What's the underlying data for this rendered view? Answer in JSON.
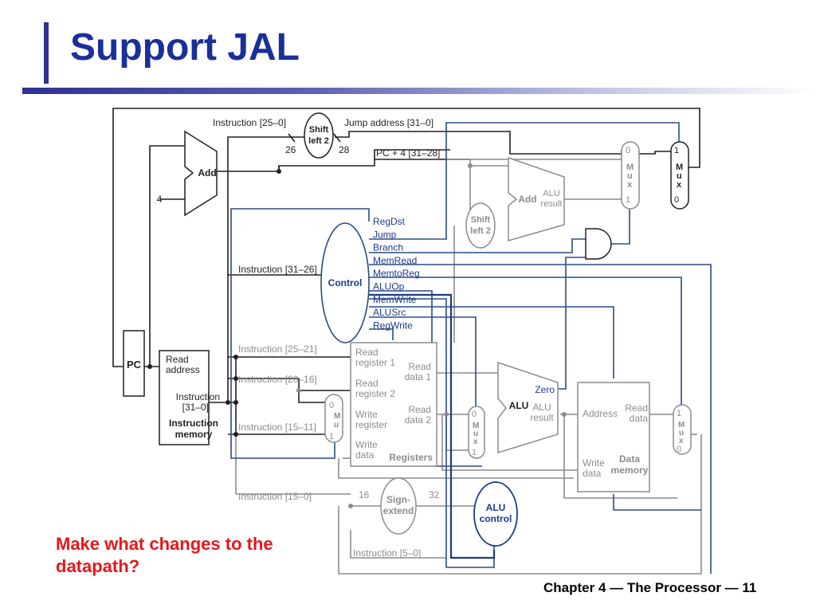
{
  "slide": {
    "title": "Support JAL",
    "question": "Make what changes to the datapath?",
    "footer": "Chapter 4 — The Processor — 11"
  },
  "diagram": {
    "colors": {
      "black": "#231f20",
      "gray": "#8c8c8c",
      "blue": "#2b4b80",
      "navy": "#1d3a8a"
    },
    "components": {
      "pc": "PC",
      "add1": "Add",
      "four": "4",
      "shift_top": [
        "Shift",
        "left 2"
      ],
      "add2": "Add",
      "add2_result": [
        "ALU",
        "result"
      ],
      "shift_mid": [
        "Shift",
        "left 2"
      ],
      "control": "Control",
      "imem": [
        "Read",
        "address",
        "Instruction",
        "[31–0]",
        "Instruction",
        "memory"
      ],
      "registers": [
        "Read",
        "register 1",
        "Read",
        "register 2",
        "Write",
        "register",
        "Write",
        "data",
        "Read",
        "data 1",
        "Read",
        "data 2",
        "Registers"
      ],
      "alu": [
        "ALU",
        "Zero",
        "ALU",
        "result"
      ],
      "dmem": [
        "Address",
        "Read",
        "data",
        "Write",
        "data",
        "Data",
        "memory"
      ],
      "sign_extend": [
        "Sign-",
        "extend"
      ],
      "alu_control": [
        "ALU",
        "control"
      ],
      "mux_letters": [
        "M",
        "u",
        "x"
      ]
    },
    "control_signals": [
      "RegDst",
      "Jump",
      "Branch",
      "MemRead",
      "MemtoReg",
      "ALUOp",
      "MemWrite",
      "ALUSrc",
      "RegWrite"
    ],
    "wire_labels": {
      "instr_25_0": "Instruction [25–0]",
      "jump_addr": "Jump address [31–0]",
      "bits_26": "26",
      "bits_28": "28",
      "pc4": "PC + 4 [31–28]",
      "instr_31_26": "Instruction [31–26]",
      "instr_25_21": "Instruction [25–21]",
      "instr_20_16": "Instruction [20–16]",
      "instr_15_11": "Instruction [15–11]",
      "instr_15_0": "Instruction [15–0]",
      "instr_5_0": "Instruction [5–0]",
      "bits_16": "16",
      "bits_32": "32"
    },
    "mux_inputs": {
      "regdst": [
        "0",
        "1"
      ],
      "branch": [
        "0",
        "1"
      ],
      "jump": [
        "1",
        "0"
      ],
      "alusrc": [
        "0",
        "1"
      ],
      "memtoreg": [
        "1",
        "0"
      ]
    }
  }
}
